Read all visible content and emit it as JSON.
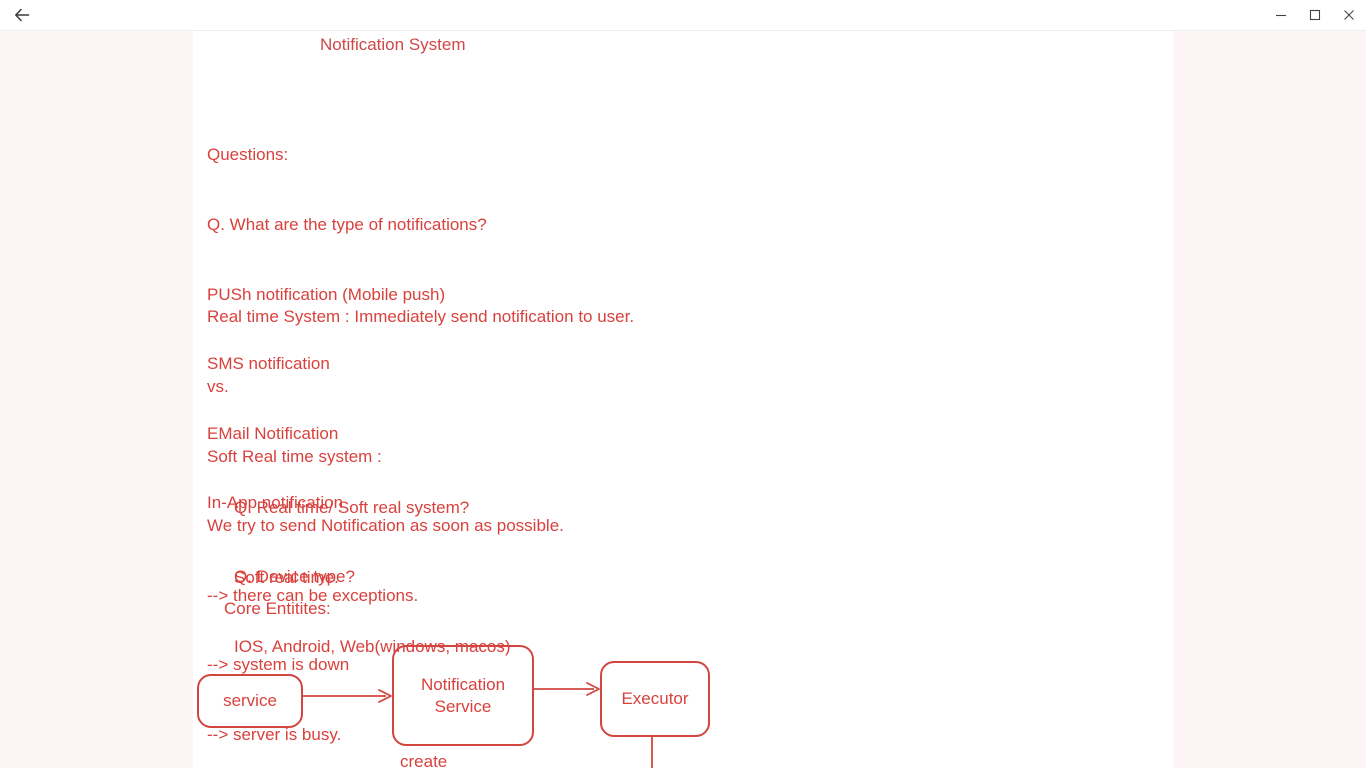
{
  "window": {
    "back_icon": "back-arrow-icon",
    "minimize_label": "minimize-icon",
    "maximize_label": "maximize-icon",
    "close_label": "close-icon"
  },
  "document": {
    "title": "Notification System",
    "text_color": "#d9413d",
    "page_background": "#ffffff",
    "canvas_background": "#fdf5f5",
    "sections": {
      "questions": [
        "Questions:",
        "Q. What are the type of notifications?",
        "PUSh notification (Mobile push)",
        "SMS notification",
        "EMail Notification",
        "In-App notification"
      ],
      "realtime": [
        "Real time System : Immediately send notification to user.",
        "vs.",
        "Soft Real time system :",
        "We try to send Notification as soon as possible.",
        "--> there can be exceptions.",
        "--> system is down",
        "--> server is busy."
      ],
      "qa_realtime": [
        "Q. Real time/ Soft real system?",
        "Soft real time."
      ],
      "qa_device": [
        "Q. Device type?",
        "IOS, Android, Web(windows, macos)"
      ],
      "core_entities_heading": "Core Entitites:"
    },
    "diagram": {
      "boxes": [
        {
          "id": "service",
          "label": "service"
        },
        {
          "id": "notification-service",
          "label": "Notification\nService"
        },
        {
          "id": "executor",
          "label": "Executor"
        }
      ],
      "labels": [
        {
          "id": "create",
          "text": "create"
        }
      ],
      "stroke_color": "#d3453f"
    }
  }
}
